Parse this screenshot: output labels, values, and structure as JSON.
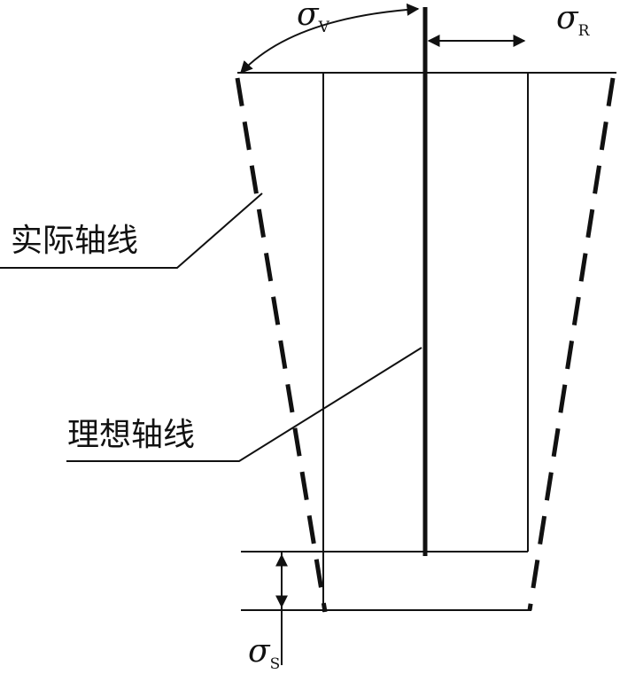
{
  "labels": {
    "actual_axis": "实际轴线",
    "ideal_axis": "理想轴线"
  },
  "symbols": {
    "sigma_v": {
      "base": "σ",
      "sub": "V"
    },
    "sigma_r": {
      "base": "σ",
      "sub": "R"
    },
    "sigma_s": {
      "base": "σ",
      "sub": "S"
    }
  }
}
